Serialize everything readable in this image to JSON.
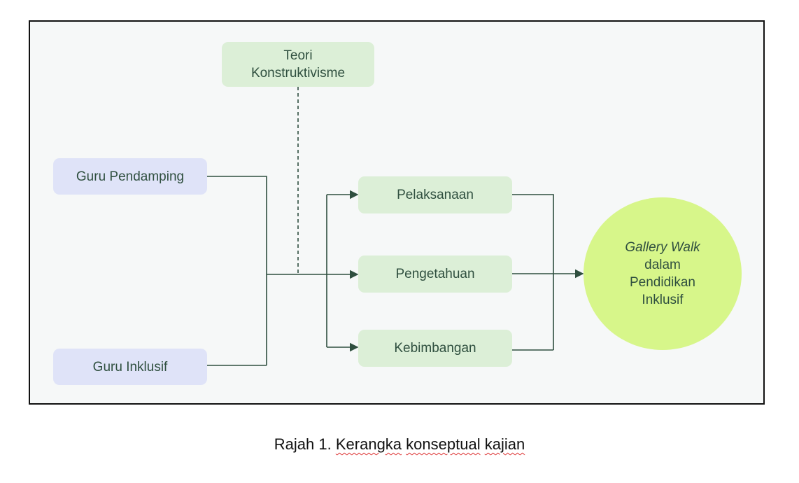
{
  "nodes": {
    "teori": "Teori\nKonstruktivisme",
    "guru_pendamping": "Guru Pendamping",
    "guru_inklusif": "Guru Inklusif",
    "pelaksanaan": "Pelaksanaan",
    "pengetahuan": "Pengetahuan",
    "kebimbangan": "Kebimbangan"
  },
  "outcome": {
    "line1": "Gallery Walk",
    "line2": "dalam",
    "line3": "Pendidikan",
    "line4": "Inklusif"
  },
  "caption": {
    "prefix": "Rajah 1.",
    "word1": "Kerangka",
    "word2": "konseptual",
    "word3": "kajian"
  },
  "colors": {
    "input_box": "#dfe3f8",
    "process_box": "#dcefd7",
    "outcome_circle": "#d7f68a",
    "text": "#2f4f3f",
    "line": "#2f4f3f"
  }
}
